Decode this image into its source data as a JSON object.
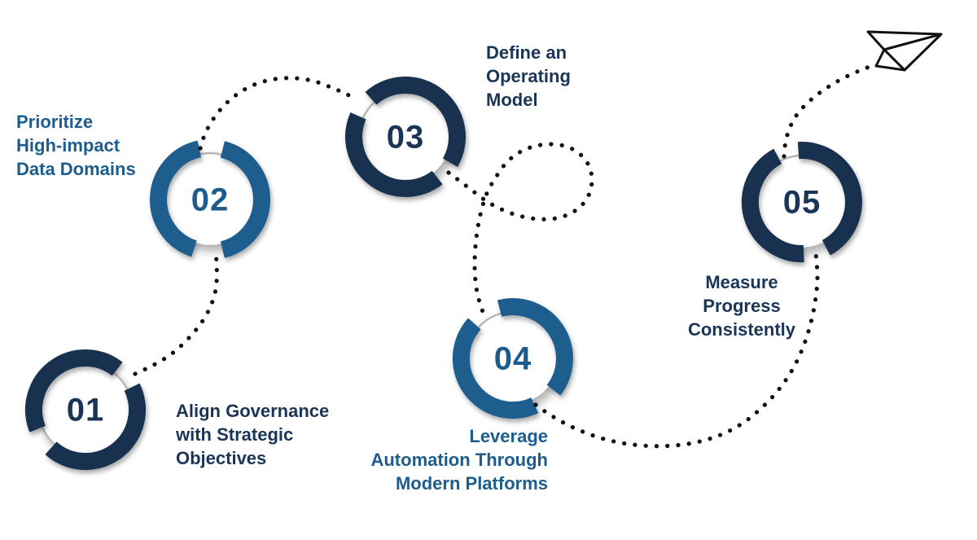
{
  "palette": {
    "navy": "#17314f",
    "blue": "#1d5e8e",
    "text_navy": "#1b3557",
    "text_blue": "#1d5d8d",
    "ring_gray": "#b9b9bb",
    "dot_black": "#111111",
    "plane_black": "#121212",
    "background": "#ffffff"
  },
  "steps": [
    {
      "number": "01",
      "color": "navy",
      "label": "Align Governance with Strategic Objectives",
      "label_lines": [
        "Align Governance",
        "with Strategic",
        "Objectives"
      ]
    },
    {
      "number": "02",
      "color": "blue",
      "label": "Prioritize High-impact Data Domains",
      "label_lines": [
        "Prioritize",
        "High-impact",
        "Data Domains"
      ]
    },
    {
      "number": "03",
      "color": "navy",
      "label": "Define an Operating Model",
      "label_lines": [
        "Define an",
        "Operating",
        "Model"
      ]
    },
    {
      "number": "04",
      "color": "blue",
      "label": "Leverage Automation Through Modern Platforms",
      "label_lines": [
        "Leverage",
        "Automation Through",
        "Modern Platforms"
      ]
    },
    {
      "number": "05",
      "color": "navy",
      "label": "Measure Progress Consistently",
      "label_lines": [
        "Measure",
        "Progress",
        "Consistently"
      ]
    }
  ],
  "decoration": {
    "path_style": "dotted",
    "end_icon": "paper-plane"
  }
}
